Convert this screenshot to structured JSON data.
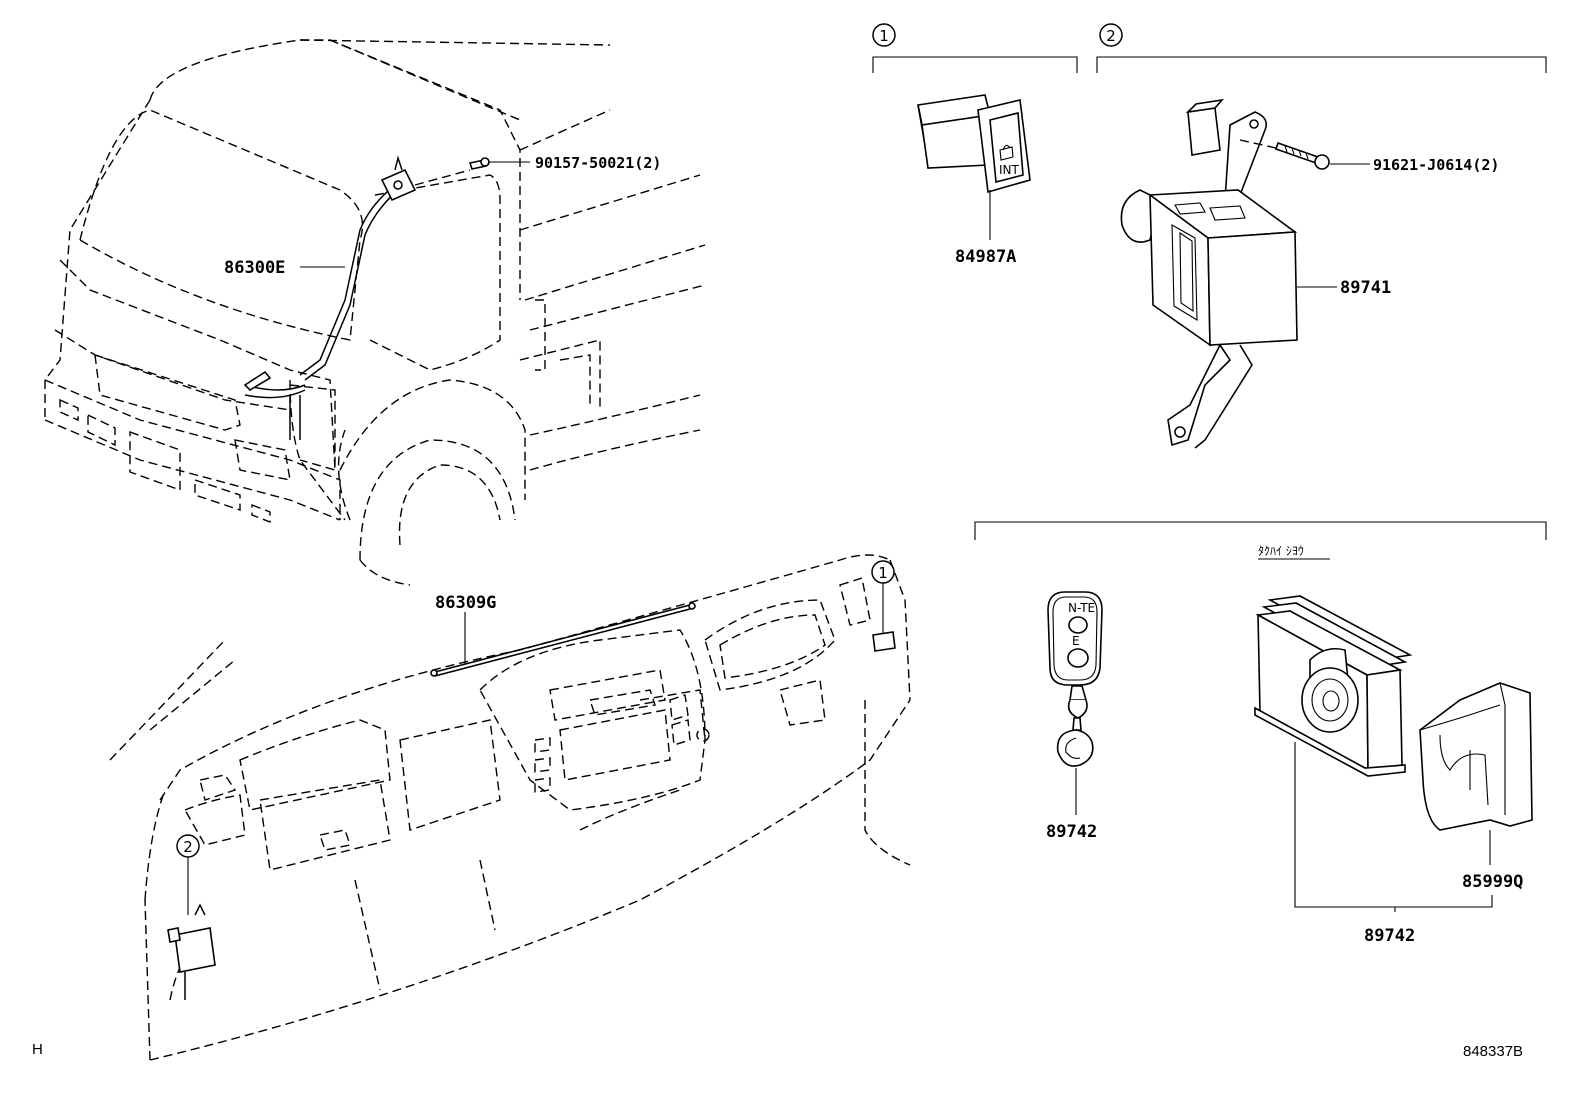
{
  "callouts": {
    "group_1": "1",
    "group_2": "2"
  },
  "parts": {
    "bolt_90157": "90157-50021(2)",
    "antenna_86300E": "86300E",
    "switch_84987A": "84987A",
    "bolt_91621": "91621-J0614(2)",
    "receiver_89741": "89741",
    "cord_86309G": "86309G",
    "transmitter_89742_left": "89742",
    "transmitter_89742_bottom": "89742",
    "case_85999Q": "85999Q"
  },
  "notes": {
    "group_note": "ﾀｸﾊｲ ｼﾖｳ"
  },
  "corner": {
    "left": "H",
    "right": "848337B"
  }
}
